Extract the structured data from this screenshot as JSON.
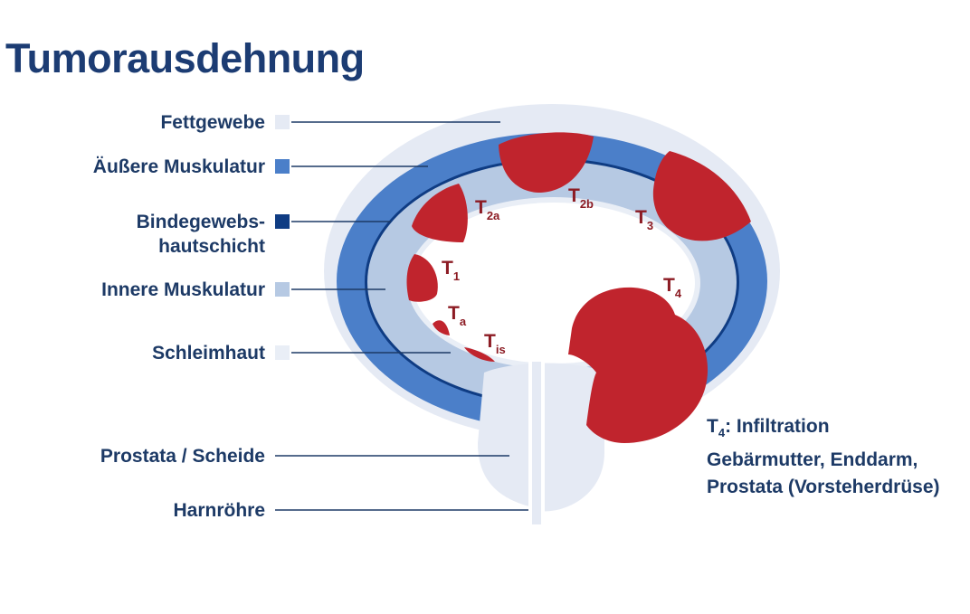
{
  "title": "Tumorausdehnung",
  "colors": {
    "fat": "#e5eaf4",
    "outer_muscle": "#4b7fc9",
    "connective_tissue": "#0f3c83",
    "inner_muscle": "#b6c9e3",
    "mucosa": "#e9eef6",
    "tumor": "#c0242d",
    "label_text": "#1d3a66",
    "title_text": "#1c3c73"
  },
  "layers": [
    {
      "id": "fat",
      "lines": [
        "Fettgewebe"
      ]
    },
    {
      "id": "outer_muscle",
      "lines": [
        "Äußere Muskulatur"
      ]
    },
    {
      "id": "connective_tissue",
      "lines": [
        "Bindegewebs-",
        "hautschicht"
      ]
    },
    {
      "id": "inner_muscle",
      "lines": [
        "Innere Muskulatur"
      ]
    },
    {
      "id": "mucosa",
      "lines": [
        "Schleimhaut"
      ]
    }
  ],
  "structures": [
    {
      "id": "prostate",
      "label": "Prostata / Scheide"
    },
    {
      "id": "urethra",
      "label": "Harnröhre"
    }
  ],
  "stages": [
    {
      "id": "T2a",
      "base": "T",
      "sub": "2a"
    },
    {
      "id": "T2b",
      "base": "T",
      "sub": "2b"
    },
    {
      "id": "T3",
      "base": "T",
      "sub": "3"
    },
    {
      "id": "T1",
      "base": "T",
      "sub": "1"
    },
    {
      "id": "T4",
      "base": "T",
      "sub": "4"
    },
    {
      "id": "Ta",
      "base": "T",
      "sub": "a"
    },
    {
      "id": "Tis",
      "base": "T",
      "sub": "is"
    }
  ],
  "t4_note": {
    "base": "T",
    "sub": "4",
    "first_line_rest": ": Infiltration",
    "line2": "Gebärmutter, Enddarm,",
    "line3": "Prostata (Vorsteherdrüse)"
  }
}
